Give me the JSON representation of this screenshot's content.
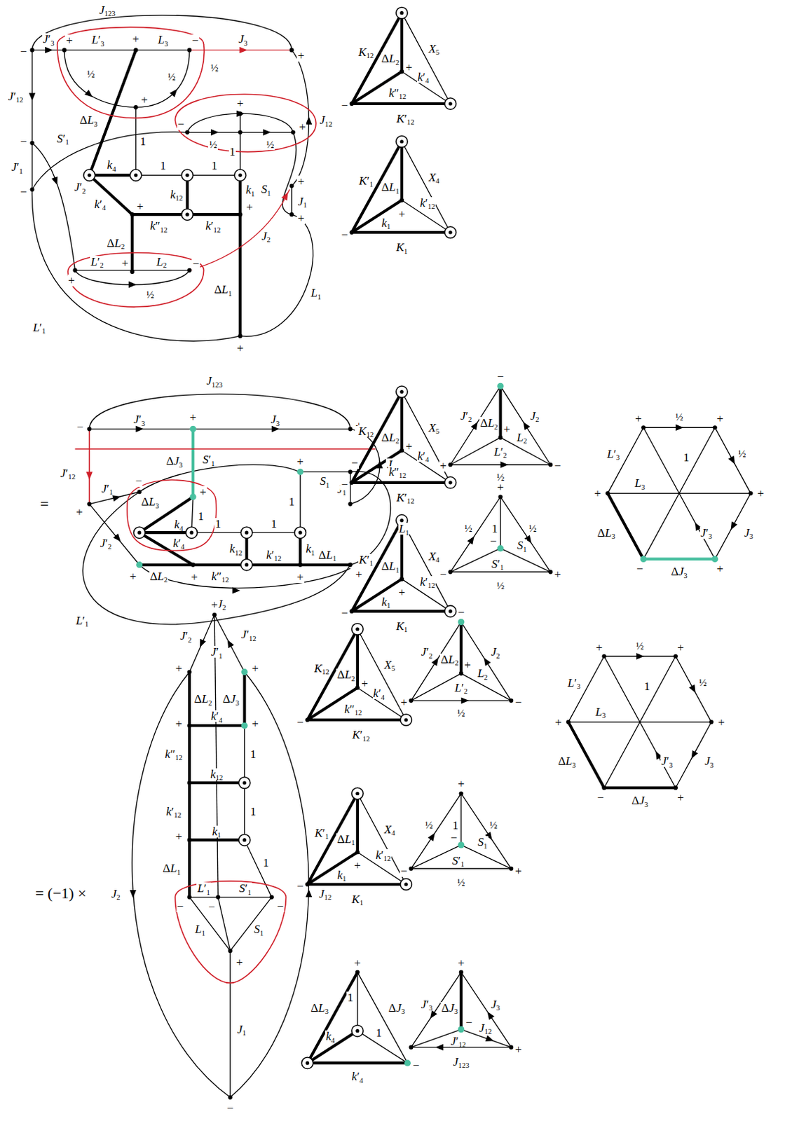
{
  "diagram": {
    "labels": [
      "J123",
      "−",
      "J′3",
      "+",
      "L′3",
      "+",
      "L3",
      "−",
      "J3",
      "+",
      "½",
      "½",
      "+",
      "½",
      "−",
      "+",
      "+",
      "½",
      "1",
      "½",
      "J′12",
      "−",
      "S′1",
      "J′1",
      "−",
      "J′2",
      "ΔL3",
      "1",
      "k4",
      "1",
      "1",
      "S1",
      "+",
      "J12",
      "J1",
      "+",
      "k′4",
      "+",
      "k12",
      "k″12",
      "k′12",
      "k1",
      "+",
      "ΔL2",
      "L′2",
      "+",
      "+",
      "L2",
      "−",
      "½",
      "ΔL1",
      "L1",
      "L′1",
      "+",
      "J2",
      "K12",
      "ΔL2",
      "+",
      "k′4",
      "X5",
      "k″12",
      "K′12",
      "−",
      "K′1",
      "ΔL1",
      "k′12",
      "X4",
      "k1",
      "+",
      "K1",
      "−",
      "J123",
      "−",
      "J′3",
      "+",
      "J3",
      "+",
      "J′12",
      "ΔJ3",
      "S′1",
      "−",
      "J′1",
      "+",
      "+",
      "ΔL3",
      "k4",
      "1",
      "1",
      "1",
      "1",
      "+",
      "S1",
      "−",
      "J1",
      "J12",
      "L1",
      "J′2",
      "ΔL2",
      "k′4",
      "k″12",
      "k12",
      "k′12",
      "k1",
      "ΔL1",
      "+",
      "+",
      "+",
      "+",
      "L′1",
      "J2",
      "=",
      "K12",
      "ΔL2",
      "+",
      "k′4",
      "X5",
      "k″12",
      "K′12",
      "−",
      "K′1",
      "ΔL1",
      "k′12",
      "X4",
      "k1",
      "+",
      "K1",
      "−",
      "−",
      "J′2",
      "ΔL2",
      "+",
      "L2",
      "J2",
      "L′2",
      "+",
      "−",
      "½",
      "+",
      "½",
      "1",
      "½",
      "S1",
      "−",
      "S′1",
      "−",
      "+",
      "½",
      "½",
      "+",
      "+",
      "½",
      "L′3",
      "1",
      "L3",
      "+",
      "+",
      "J′3",
      "J3",
      "ΔL3",
      "−",
      "ΔJ3",
      "+",
      "+",
      "J′2",
      "J′12",
      "J′1",
      "+",
      "+",
      "ΔL2",
      "ΔJ3",
      "+",
      "k′4",
      "+",
      "k″12",
      "1",
      "k12",
      "k′12",
      "1",
      "+",
      "k1",
      "1",
      "ΔL1",
      "−",
      "L′1",
      "S′1",
      "−",
      "−",
      "L1",
      "S1",
      "+",
      "J1",
      "−",
      "J2",
      "J12",
      "= (−1) ×",
      "K12",
      "ΔL2",
      "+",
      "k′4",
      "X5",
      "k″12",
      "K′12",
      "−",
      "K′1",
      "ΔL1",
      "k′12",
      "X4",
      "k1",
      "+",
      "K1",
      "−",
      "+",
      "ΔL3",
      "1",
      "ΔJ3",
      "1",
      "k4",
      "−",
      "k′4",
      "−",
      "J′2",
      "ΔL2",
      "+",
      "L2",
      "J2",
      "L′2",
      "+",
      "−",
      "½",
      "+",
      "½",
      "1",
      "½",
      "S1",
      "−",
      "S′1",
      "−",
      "+",
      "½",
      "+",
      "J′3",
      "ΔJ3",
      "J3",
      "−",
      "J12",
      "J′12",
      "+",
      "J123",
      "½",
      "+",
      "+",
      "½",
      "L′3",
      "1",
      "L3",
      "+",
      "+",
      "J′3",
      "J3",
      "ΔL3",
      "−",
      "ΔJ3",
      "+"
    ]
  }
}
